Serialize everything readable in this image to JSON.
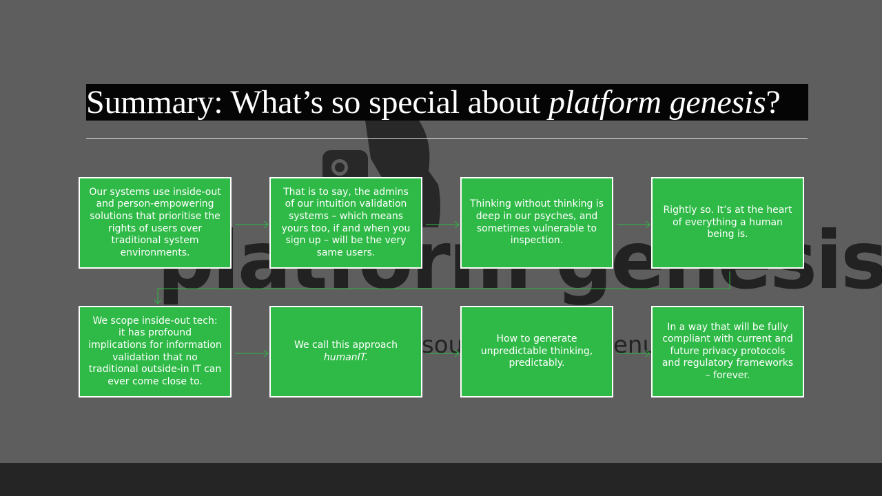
{
  "slide": {
    "title_plain": "Summary: What’s so special about ",
    "title_italic": "platform genesis",
    "title_end": "?"
  },
  "watermark": {
    "brand": "platform genesis",
    "tagline_fragment_1": "sou",
    "tagline_fragment_2": "enu"
  },
  "steps": [
    {
      "text": "Our systems use inside-out and person-empowering solutions that prioritise the rights of users over traditional system environments."
    },
    {
      "text": "That is to say, the admins of our intuition validation systems – which means yours too, if and when you sign up – will be the very same users."
    },
    {
      "text": "Thinking without thinking is deep in our psyches, and sometimes vulnerable to inspection."
    },
    {
      "text": "Rightly so. It’s at the heart of everything a human being is."
    },
    {
      "text": "We scope inside-out tech: it has profound implications for information validation that no traditional outside-in IT can ever come close to."
    },
    {
      "text": "We call this approach ",
      "italic": "humanIT."
    },
    {
      "text": "How to generate unpredictable thinking, predictably."
    },
    {
      "text": "In a way that will be fully compliant with current and future privacy protocols and regulatory frameworks – forever."
    }
  ],
  "colors": {
    "box_fill": "#2fba47",
    "box_border": "#ffffff",
    "connector": "#2fba47",
    "slide_background": "#5e5e5e",
    "title_band": "#050505"
  }
}
